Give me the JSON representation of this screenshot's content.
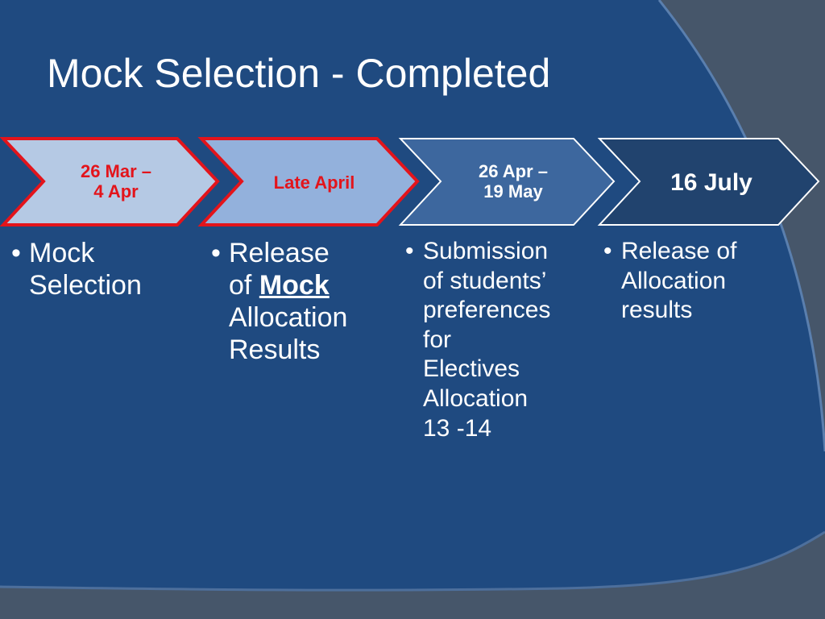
{
  "title": "Mock Selection - Completed",
  "colors": {
    "panel": "#1f4a80",
    "outer": "#46566a",
    "chevron1_fill": "#b5c9e4",
    "chevron2_fill": "#93b1dc",
    "chevron3_fill": "#3d679e",
    "chevron4_fill": "#21436e",
    "highlight_border": "#e3141b"
  },
  "steps": [
    {
      "date_line1": "26 Mar –",
      "date_line2": "4 Apr",
      "bullet_line1": "Mock",
      "bullet_line2": "Selection"
    },
    {
      "date": "Late April",
      "bullet_line1": "Release",
      "bullet_line2_pre": "of",
      "bullet_line2_bold": "Mock",
      "bullet_line3": "Allocation",
      "bullet_line4": "Results"
    },
    {
      "date_line1": "26 Apr –",
      "date_line2": "19 May",
      "bullet_lines": [
        "Submission",
        "of students’",
        "preferences",
        "for",
        "Electives",
        "Allocation",
        "13 -14"
      ]
    },
    {
      "date": "16 July",
      "bullet_lines": [
        "Release of",
        "Allocation",
        "results"
      ]
    }
  ]
}
